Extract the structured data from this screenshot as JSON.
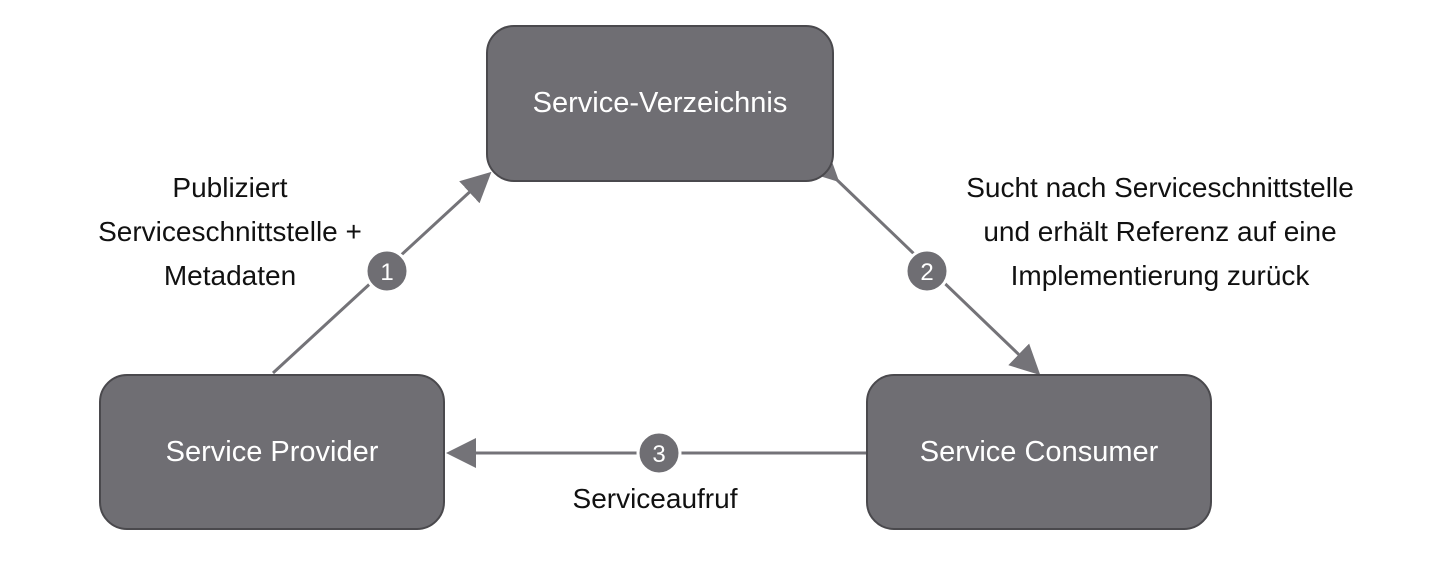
{
  "nodes": {
    "registry": "Service-Verzeichnis",
    "provider": "Service Provider",
    "consumer": "Service Consumer"
  },
  "steps": {
    "publish": {
      "number": "1",
      "lines": [
        "Publiziert",
        "Serviceschnittstelle +",
        "Metadaten"
      ]
    },
    "search": {
      "number": "2",
      "lines": [
        "Sucht nach Serviceschnittstelle",
        "und erhält Referenz auf eine",
        "Implementierung zurück"
      ]
    },
    "call": {
      "number": "3",
      "lines": [
        "Serviceaufruf"
      ]
    }
  },
  "colors": {
    "node_fill": "#6f6e73",
    "node_border": "#4a494d",
    "connector": "#747378",
    "badge_fill": "#6f6e73",
    "badge_border": "#ffffff"
  }
}
